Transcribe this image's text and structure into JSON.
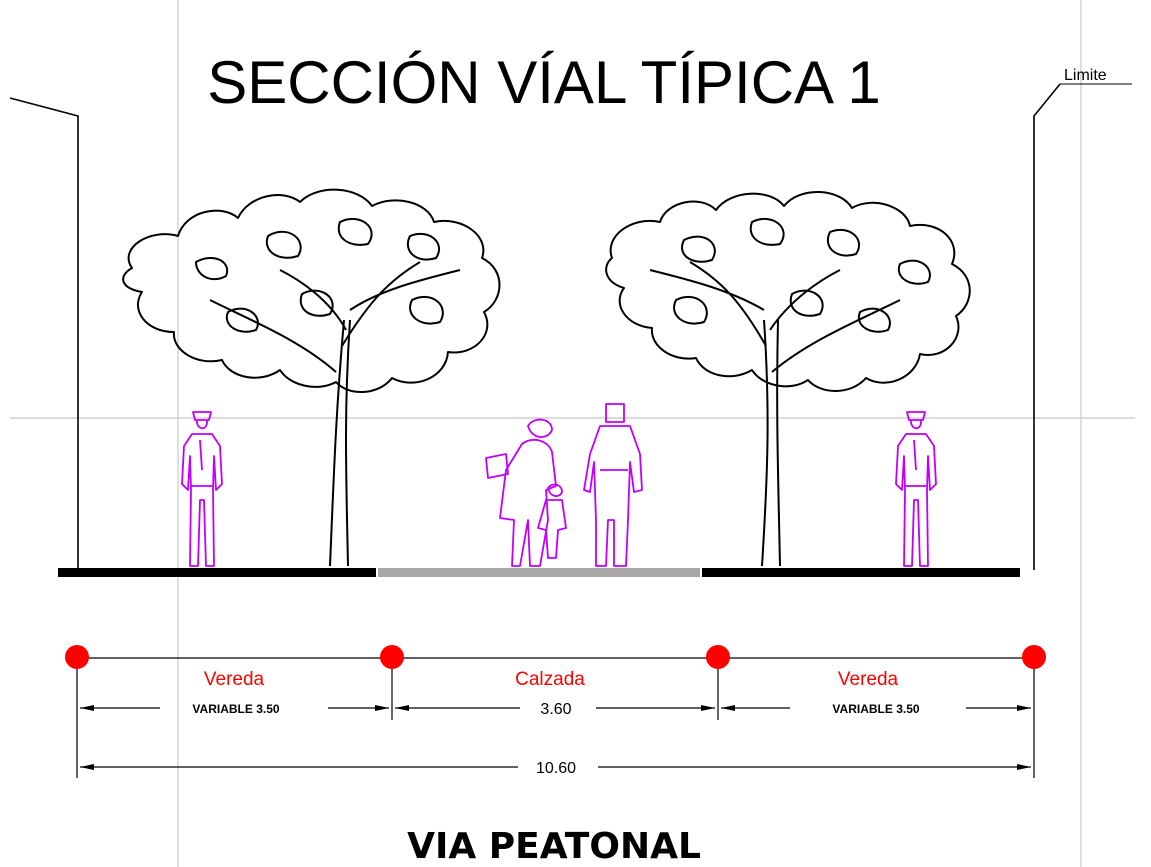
{
  "drawing": {
    "title": "SECCIÓN VÍAL TÍPICA 1",
    "limit_label": "Limite",
    "footer_label": "VIA PEATONAL"
  },
  "segments": [
    {
      "label": "Vereda",
      "dimension": "VARIABLE 3.50"
    },
    {
      "label": "Calzada",
      "dimension": "3.60"
    },
    {
      "label": "Vereda",
      "dimension": "VARIABLE 3.50"
    }
  ],
  "total_dimension": "10.60",
  "colors": {
    "people": "#c000ff",
    "markers": "#ff0000",
    "sidewalk": "#000000",
    "roadway": "#a8a8a8",
    "guides": "#c8c8c8"
  },
  "icons": [
    "tree-icon",
    "person-icon",
    "control-point-icon"
  ]
}
